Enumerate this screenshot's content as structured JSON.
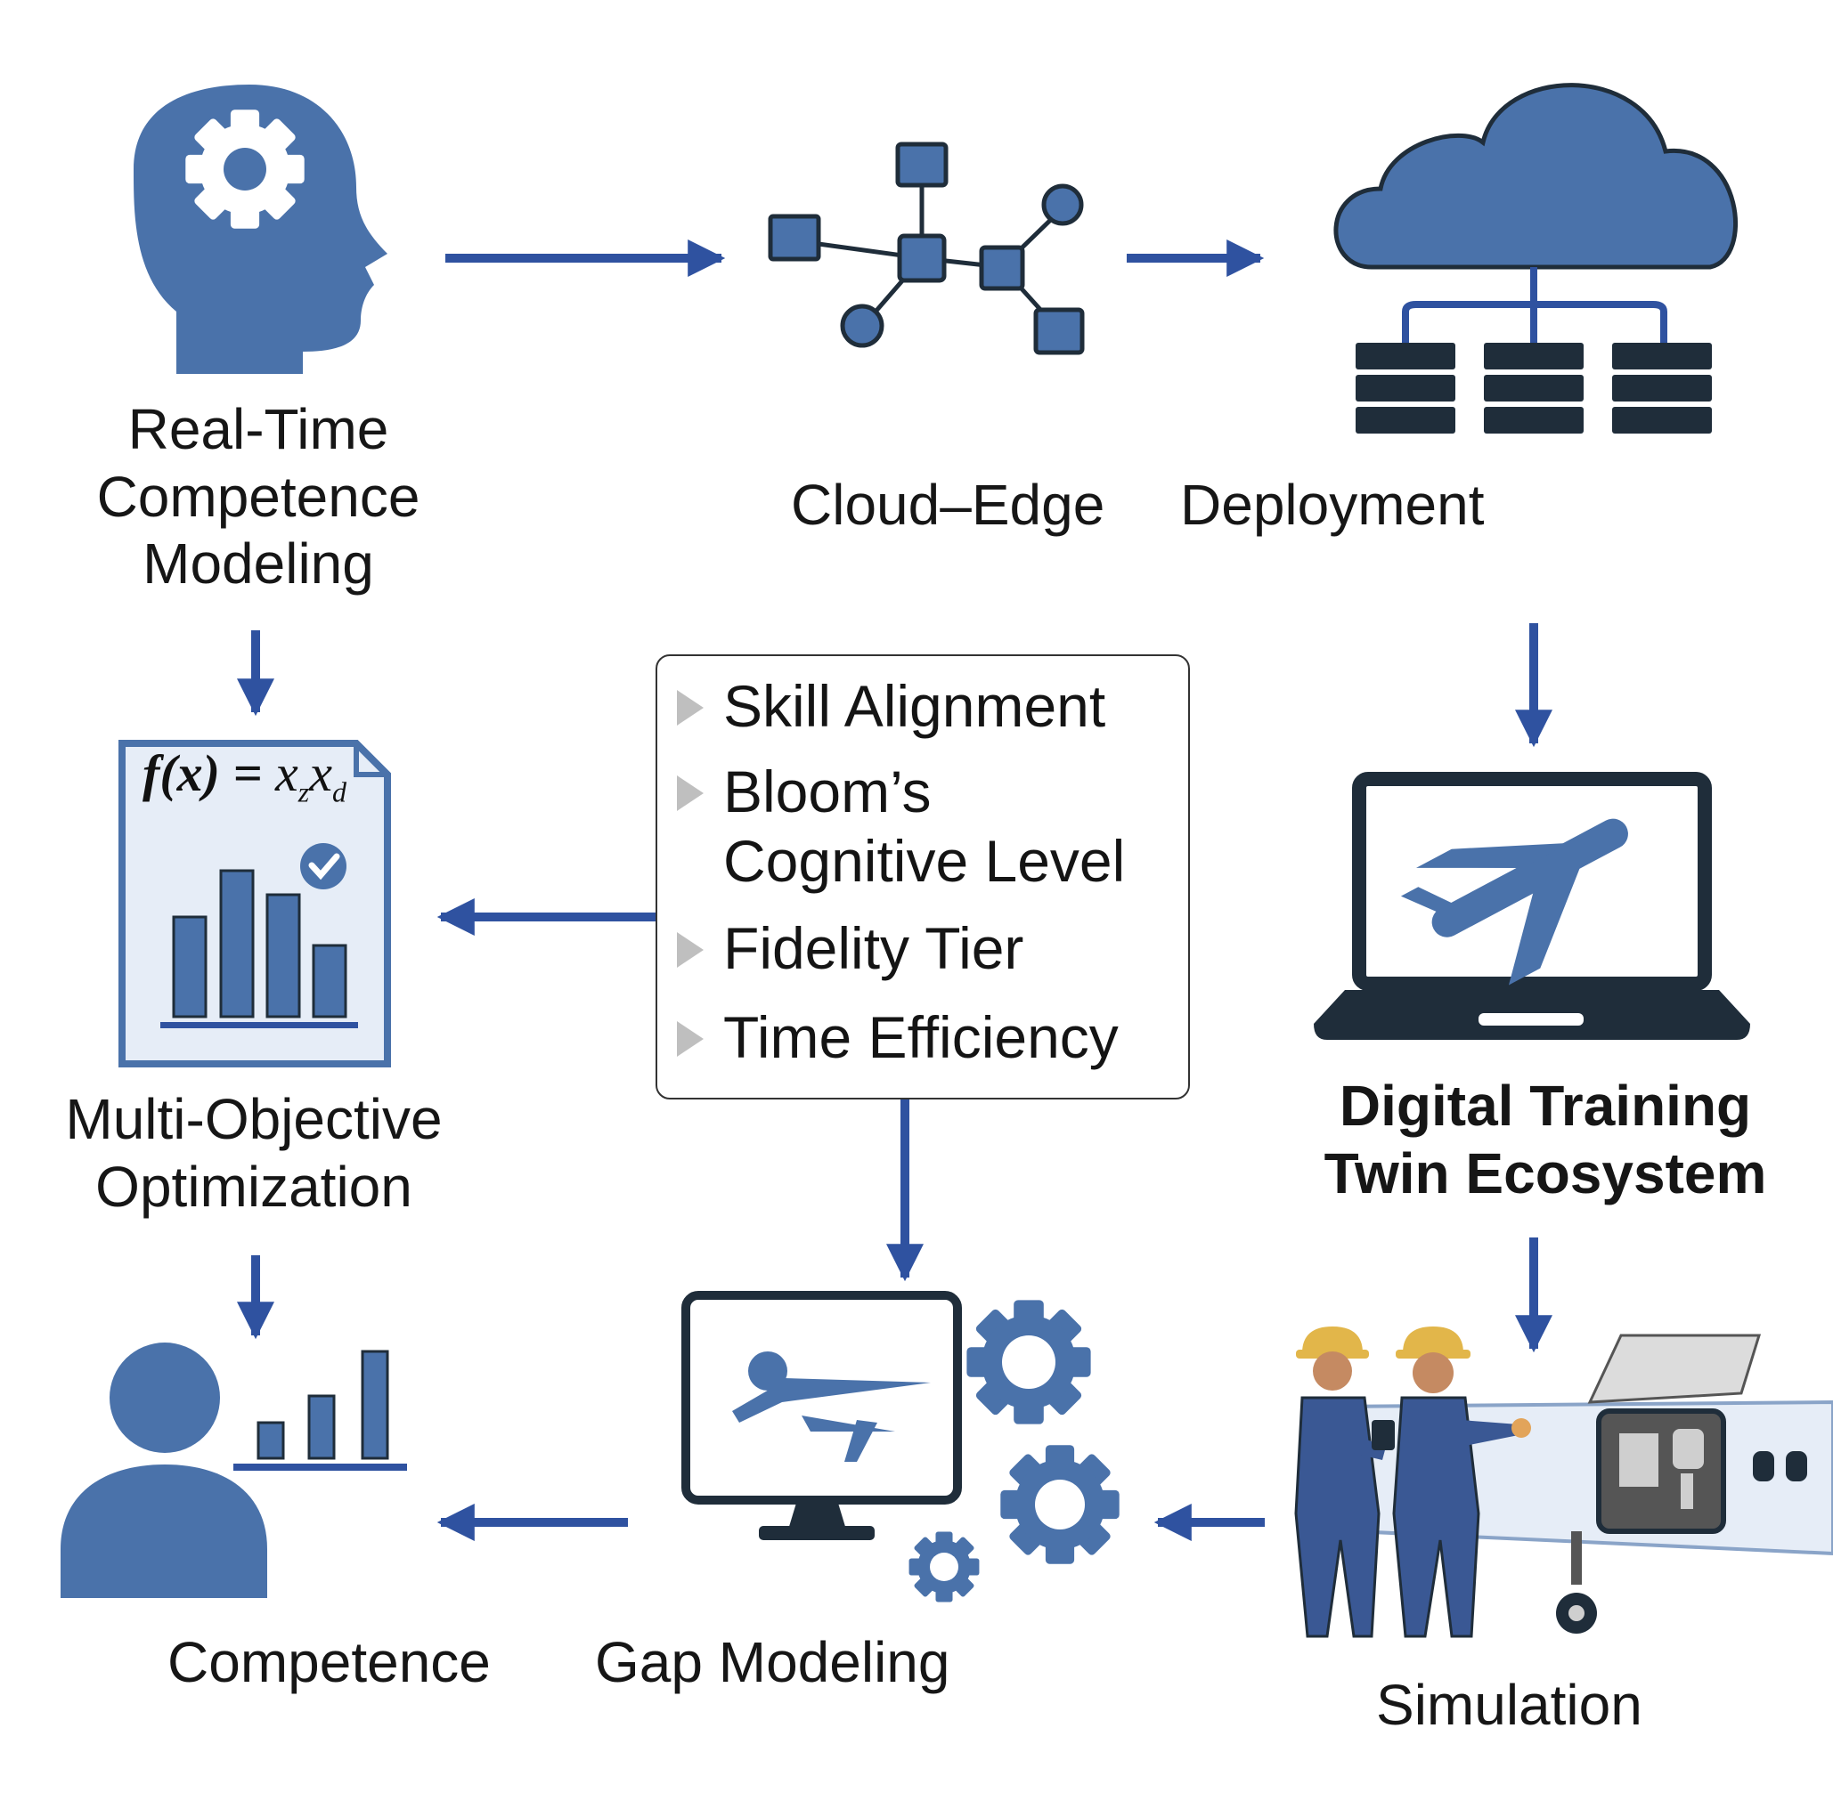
{
  "colors": {
    "primary": "#4a72aa",
    "dark": "#1f2d3a",
    "arrow": "#2f52a0",
    "panel": "#e6edf7"
  },
  "icons": {
    "head": "head-with-gear-icon",
    "network": "network-nodes-icon",
    "cloud": "cloud-servers-icon",
    "laptop": "laptop-airplane-icon",
    "document": "chart-document-icon",
    "person": "person-chart-icon",
    "monitor": "monitor-gears-icon",
    "workers": "engineers-aircraft-icon"
  },
  "labels": {
    "real_time": [
      "Real-Time",
      "Competence",
      "Modeling"
    ],
    "cloud_edge": "Cloud–Edge",
    "deployment": "Deployment",
    "digital_twin": [
      "Digital Training",
      "Twin Ecosystem"
    ],
    "multi_objective": [
      "Multi-Objective",
      "Optimization"
    ],
    "competence": "Competence",
    "gap_modeling": "Gap Modeling",
    "simulation": "Simulation"
  },
  "formula": {
    "lhs": "f(x) = ",
    "v1": "x",
    "s1": "z",
    "v2": "x",
    "s2": "d"
  },
  "criteria": [
    {
      "lines": [
        "Skill Alignment"
      ]
    },
    {
      "lines": [
        "Bloom’s",
        "Cognitive Level"
      ]
    },
    {
      "lines": [
        "Fidelity Tier"
      ]
    },
    {
      "lines": [
        "Time Efficiency"
      ]
    }
  ]
}
